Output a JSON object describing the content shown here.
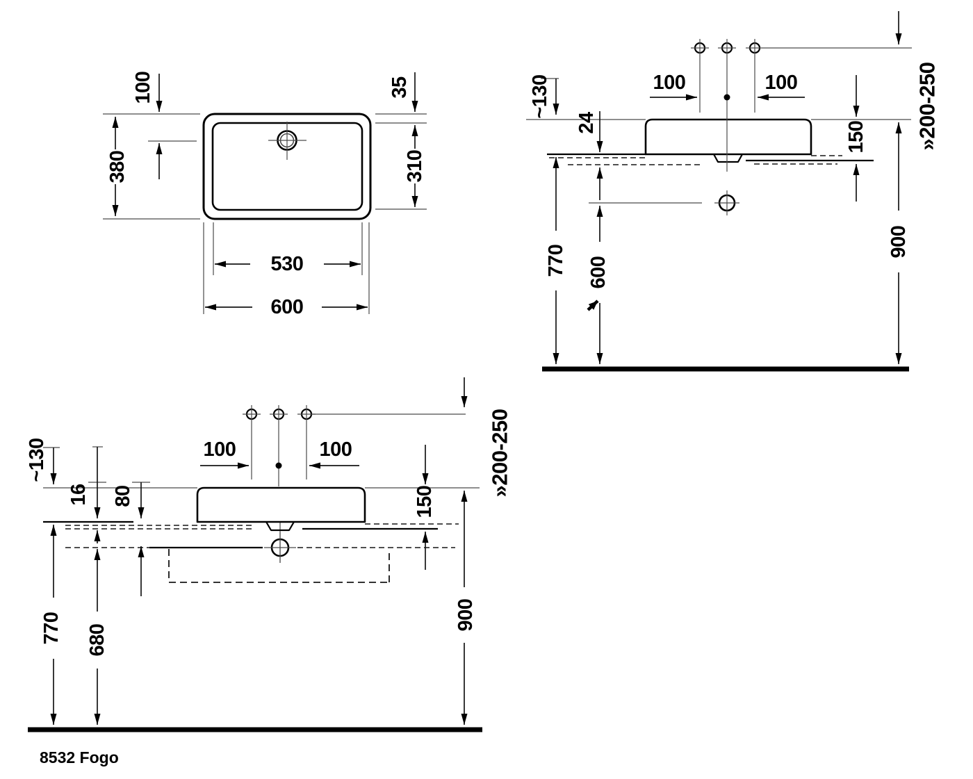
{
  "views": {
    "plan": {
      "rear_offset": "100",
      "depth": "380",
      "rim_width": "35",
      "bowl_depth": "310",
      "bowl_width": "530",
      "width": "600"
    },
    "side": {
      "faucet_height": "~130",
      "rim_above_counter": "24",
      "hole_left": "100",
      "hole_right": "100",
      "basin_height": "150",
      "wall_distance": "»200-250",
      "counter_height": "770",
      "drain_height": "600",
      "rim_height": "900"
    },
    "front": {
      "faucet_height": "~130",
      "counter_thickness": "16",
      "recess_depth": "80",
      "hole_left": "100",
      "hole_right": "100",
      "basin_height": "150",
      "wall_distance": "»200-250",
      "counter_height": "770",
      "drain_height": "680",
      "rim_height": "900"
    }
  },
  "footer": {
    "model": "8532 Fogo"
  },
  "colors": {
    "ink": "#000000",
    "thin_line": "#4a4a4a",
    "background": "#ffffff"
  }
}
